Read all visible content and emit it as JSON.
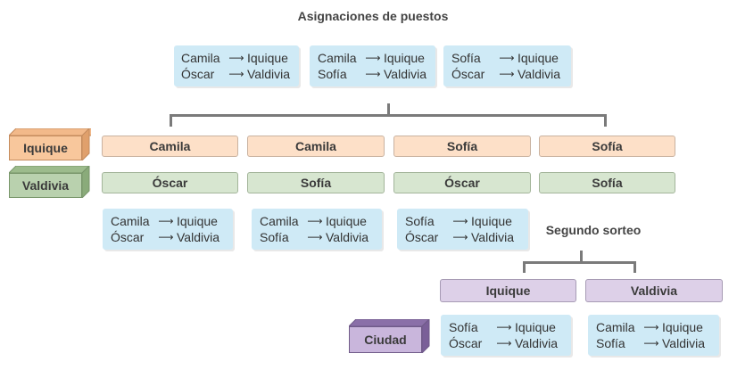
{
  "title": "Asignaciones de puestos",
  "top_assignments": [
    {
      "lines": [
        {
          "name": "Camila",
          "city": "Iquique"
        },
        {
          "name": "Óscar",
          "city": "Valdivia"
        }
      ]
    },
    {
      "lines": [
        {
          "name": "Camila",
          "city": "Iquique"
        },
        {
          "name": "Sofía",
          "city": "Valdivia"
        }
      ]
    },
    {
      "lines": [
        {
          "name": "Sofía",
          "city": "Iquique"
        },
        {
          "name": "Óscar",
          "city": "Valdivia"
        }
      ]
    }
  ],
  "row_labels": {
    "iquique": "Iquique",
    "valdivia": "Valdivia"
  },
  "iquique_row": [
    "Camila",
    "Camila",
    "Sofía",
    "Sofía"
  ],
  "valdivia_row": [
    "Óscar",
    "Sofía",
    "Óscar",
    "Sofía"
  ],
  "bottom_assignments": [
    {
      "lines": [
        {
          "name": "Camila",
          "city": "Iquique"
        },
        {
          "name": "Óscar",
          "city": "Valdivia"
        }
      ]
    },
    {
      "lines": [
        {
          "name": "Camila",
          "city": "Iquique"
        },
        {
          "name": "Sofía",
          "city": "Valdivia"
        }
      ]
    },
    {
      "lines": [
        {
          "name": "Sofía",
          "city": "Iquique"
        },
        {
          "name": "Óscar",
          "city": "Valdivia"
        }
      ]
    }
  ],
  "second_draw": {
    "title": "Segundo sorteo",
    "cities": [
      "Iquique",
      "Valdivia"
    ],
    "label": "Ciudad",
    "assignments": [
      {
        "lines": [
          {
            "name": "Sofía",
            "city": "Iquique"
          },
          {
            "name": "Óscar",
            "city": "Valdivia"
          }
        ]
      },
      {
        "lines": [
          {
            "name": "Camila",
            "city": "Iquique"
          },
          {
            "name": "Sofía",
            "city": "Valdivia"
          }
        ]
      }
    ]
  },
  "colors": {
    "assignment_bg": "#cfeaf6",
    "iquique": "#fde0c8",
    "valdivia": "#d7e6d0",
    "ciudad": "#ddd0e8",
    "connector": "#7a7a7a"
  }
}
